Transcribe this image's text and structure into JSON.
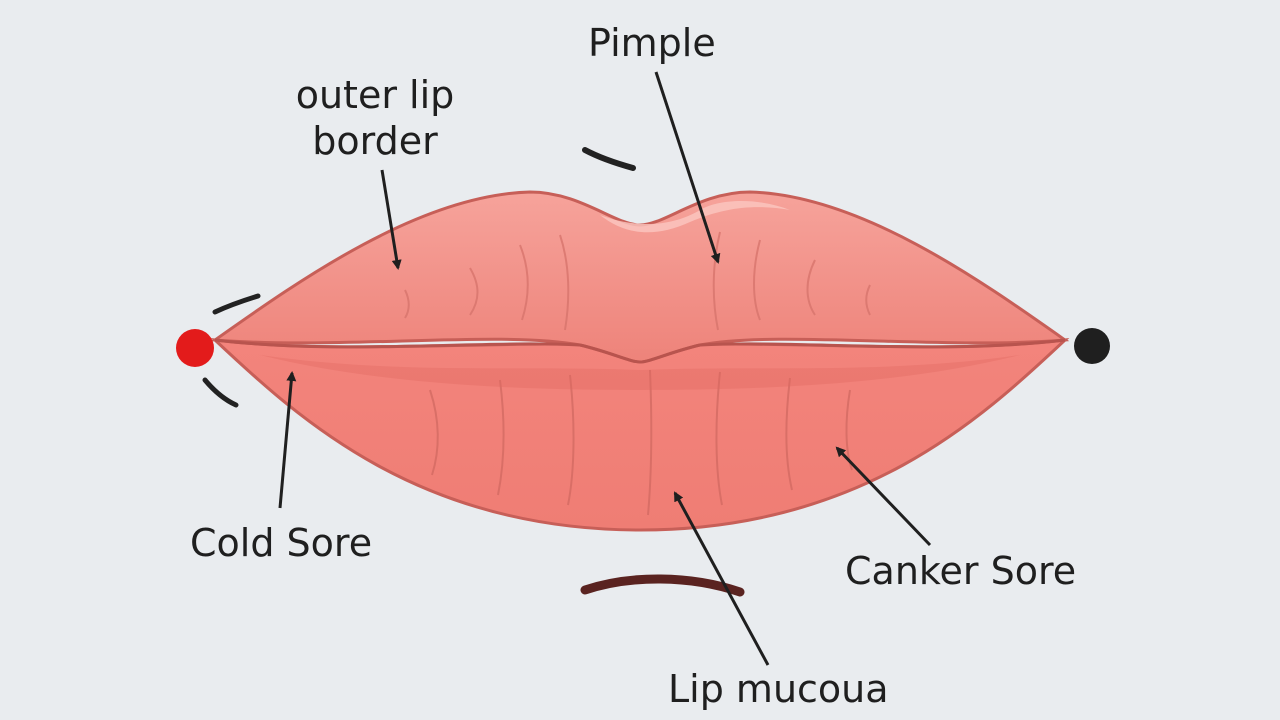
{
  "labels": {
    "outer_lip_border": [
      "outer lip",
      "border"
    ],
    "pimple": "Pimple",
    "cold_sore": "Cold Sore",
    "canker_sore": "Canker Sore",
    "lip_mucosa": "Lip mucoua"
  },
  "colors": {
    "background": "#e9ecef",
    "lip_fill": "#f28b82",
    "lip_outline": "#c75f58",
    "cold_sore_marker": "#e31b1b",
    "corner_marker": "#1f1f1f",
    "arrow": "#1f1f1f"
  }
}
